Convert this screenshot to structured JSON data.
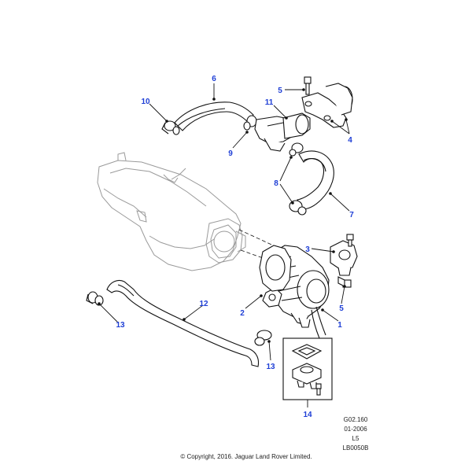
{
  "callouts": {
    "c1": "1",
    "c2": "2",
    "c3": "3",
    "c4": "4",
    "c5a": "5",
    "c5b": "5",
    "c6": "6",
    "c7": "7",
    "c8": "8",
    "c9": "9",
    "c10": "10",
    "c11": "11",
    "c12": "12",
    "c13a": "13",
    "c13b": "13",
    "c14": "14"
  },
  "meta": {
    "ref": "G02.160",
    "date": "01-2006",
    "level": "L5",
    "code": "LB0050B"
  },
  "copyright": "© Copyright, 2016. Jaguar Land Rover Limited."
}
